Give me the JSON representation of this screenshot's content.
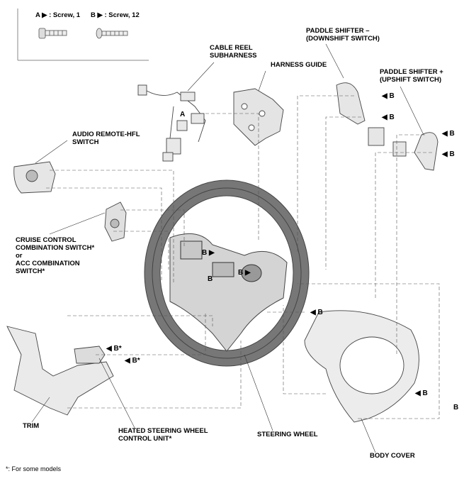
{
  "legend": {
    "screw_a": "A ▶ : Screw, 1",
    "screw_b": "B ▶ : Screw, 12"
  },
  "labels": {
    "cable_reel": "CABLE REEL\nSUBHARNESS",
    "harness_guide": "HARNESS GUIDE",
    "paddle_down": "PADDLE SHIFTER –\n(DOWNSHIFT SWITCH)",
    "paddle_up": "PADDLE SHIFTER +\n(UPSHIFT SWITCH)",
    "audio_remote": "AUDIO REMOTE-HFL\nSWITCH",
    "cruise_control": "CRUISE CONTROL\nCOMBINATION SWITCH*\nor\nACC COMBINATION\nSWITCH*",
    "trim": "TRIM",
    "heated_unit": "HEATED STEERING WHEEL\nCONTROL UNIT*",
    "steering_wheel": "STEERING WHEEL",
    "body_cover": "BODY COVER"
  },
  "callouts": {
    "a": "A",
    "b": "◀ B",
    "b_left": "B ▶",
    "b_star": "◀ B*",
    "b_plain": "B"
  },
  "footnote": "*: For some models"
}
